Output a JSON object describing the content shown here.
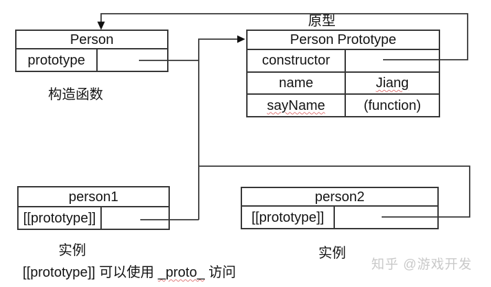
{
  "diagram": {
    "boxes": {
      "person": {
        "title": "Person",
        "rows": [
          {
            "key": "prototype",
            "value": ""
          }
        ]
      },
      "person_prototype": {
        "title": "Person Prototype",
        "rows": [
          {
            "key": "constructor",
            "value": ""
          },
          {
            "key": "name",
            "value": "Jiang"
          },
          {
            "key": "sayName",
            "value": "(function)"
          }
        ]
      },
      "person1": {
        "title": "person1",
        "rows": [
          {
            "key": "[[prototype]]",
            "value": ""
          }
        ]
      },
      "person2": {
        "title": "person2",
        "rows": [
          {
            "key": "[[prototype]]",
            "value": ""
          }
        ]
      }
    },
    "labels": {
      "constructor_function": "构造函数",
      "prototype": "原型",
      "instance_left": "实例",
      "instance_right": "实例"
    },
    "note": {
      "pre": "[[prototype]] 可以使用 ",
      "proto": "_proto_",
      "post": " 访问"
    },
    "watermark": "知乎 @游戏开发",
    "colors": {
      "line": "#363636",
      "squiggle": "#e07a7a",
      "watermark": "#c9c9c9"
    }
  }
}
